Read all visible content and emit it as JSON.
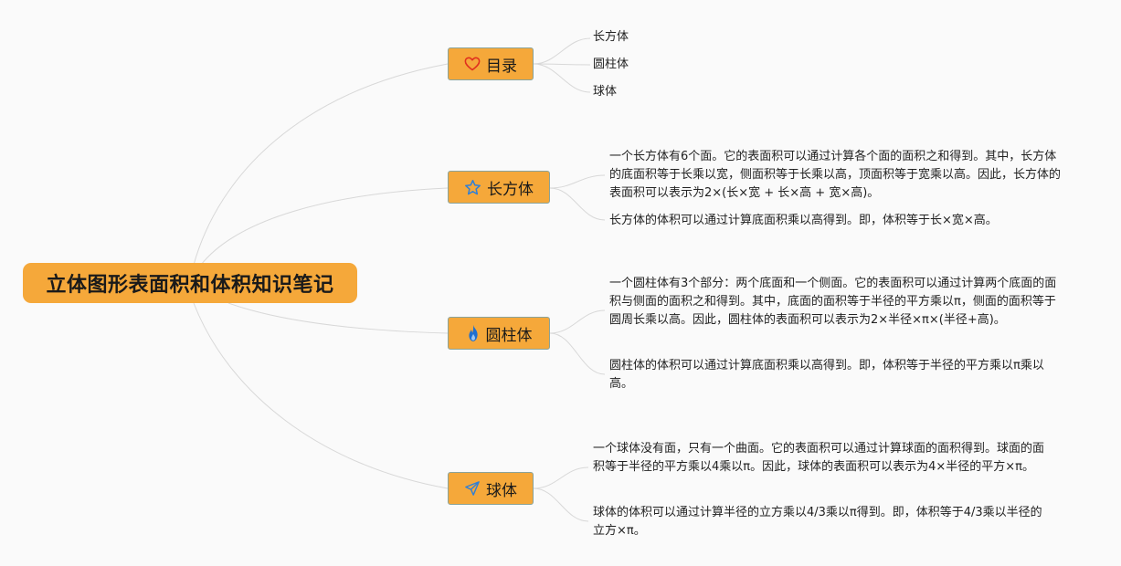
{
  "root": {
    "title": "立体图形表面积和体积知识笔记"
  },
  "branches": [
    {
      "label": "目录",
      "icon": "heart-icon",
      "icon_color": "#e0301e",
      "children": [
        "长方体",
        "圆柱体",
        "球体"
      ]
    },
    {
      "label": "长方体",
      "icon": "star-icon",
      "icon_color": "#2f7fd6",
      "children": [
        "一个长方体有6个面。它的表面积可以通过计算各个面的面积之和得到。其中，长方体的底面积等于长乘以宽，侧面积等于长乘以高，顶面积等于宽乘以高。因此，长方体的表面积可以表示为2×(长×宽 + 长×高 + 宽×高)。",
        "长方体的体积可以通过计算底面积乘以高得到。即，体积等于长×宽×高。"
      ]
    },
    {
      "label": "圆柱体",
      "icon": "flame-icon",
      "icon_color": "#1e6fd0",
      "children": [
        "一个圆柱体有3个部分：两个底面和一个侧面。它的表面积可以通过计算两个底面的面积与侧面的面积之和得到。其中，底面的面积等于半径的平方乘以π，侧面的面积等于圆周长乘以高。因此，圆柱体的表面积可以表示为2×半径×π×(半径+高)。",
        "圆柱体的体积可以通过计算底面积乘以高得到。即，体积等于半径的平方乘以π乘以高。"
      ]
    },
    {
      "label": "球体",
      "icon": "paper-plane-icon",
      "icon_color": "#2f7fd6",
      "children": [
        "一个球体没有面，只有一个曲面。它的表面积可以通过计算球面的面积得到。球面的面积等于半径的平方乘以4乘以π。因此，球体的表面积可以表示为4×半径的平方×π。",
        "球体的体积可以通过计算半径的立方乘以4/3乘以π得到。即，体积等于4/3乘以半径的立方×π。"
      ]
    }
  ],
  "colors": {
    "node_fill": "#f5a83a",
    "node_border": "#8aa39a",
    "link": "#d4d4d4"
  }
}
